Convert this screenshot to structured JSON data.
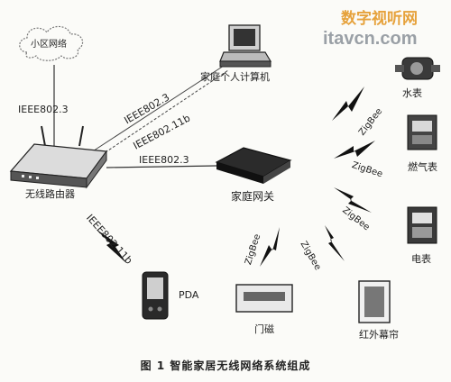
{
  "watermark": {
    "top": "数字视听网",
    "bottom": "itavcn.com"
  },
  "nodes": {
    "community_network": "小区网络",
    "wireless_router": "无线路由器",
    "home_pc": "家庭个人计算机",
    "home_gateway": "家庭网关",
    "pda": "PDA",
    "water_meter": "水表",
    "gas_meter": "燃气表",
    "electric_meter": "电表",
    "door_sensor": "门磁",
    "ir_curtain": "红外幕帘"
  },
  "links": {
    "cloud_router": "IEEE802.3",
    "router_pc_a": "IEEE802.3",
    "router_pc_b": "IEEE802.11b",
    "router_gateway": "IEEE802.3",
    "router_pda": "IEEE802.11b",
    "zigbee_water": "ZigBee",
    "zigbee_gas": "ZigBee",
    "zigbee_electric": "ZigBee",
    "zigbee_door": "ZigBee",
    "zigbee_curtain": "ZigBee"
  },
  "caption": "图 1 智能家居无线网络系统组成"
}
